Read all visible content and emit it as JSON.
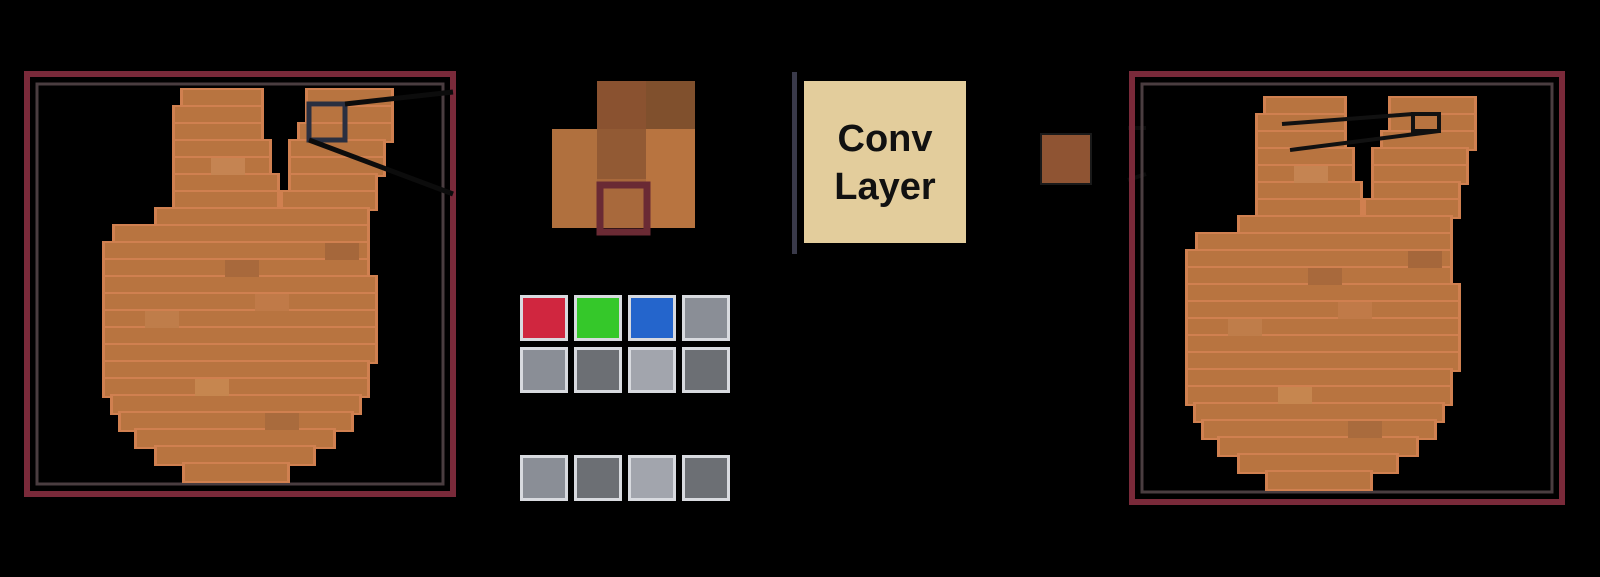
{
  "conv_layer": {
    "line1": "Conv",
    "line2": "Layer"
  },
  "colors": {
    "background": "#000000",
    "frame": "#7a2a3a",
    "skin_base": "#b87440",
    "skin_edge": "#d08050",
    "kernel_highlight": "#6a2a34",
    "conv_box": "#e3cd9c",
    "red": "#d0263f",
    "green": "#35c82a",
    "blue": "#2465cc",
    "gray_a": "#8a8e96",
    "gray_b": "#6c6f74",
    "gray_c": "#a2a5ad"
  },
  "channels": {
    "top_row": [
      "red",
      "green",
      "blue",
      "gray_a"
    ],
    "mid_row": [
      "gray_a",
      "gray_b",
      "gray_c",
      "gray_b"
    ],
    "bottom_row": [
      "gray_a",
      "gray_b",
      "gray_c",
      "gray_b"
    ]
  }
}
